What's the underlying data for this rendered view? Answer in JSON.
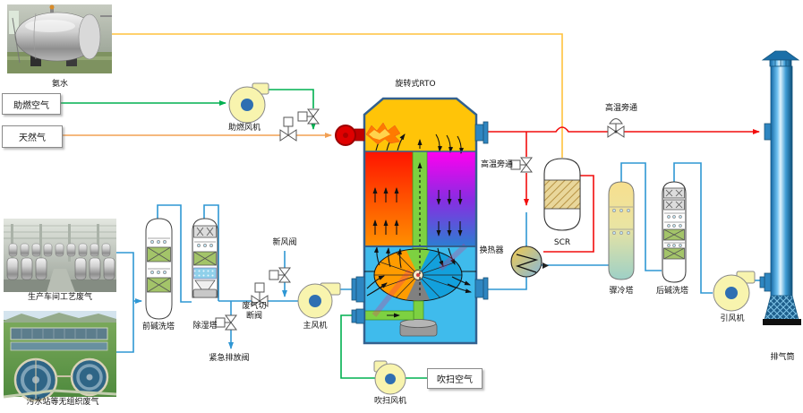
{
  "colors": {
    "pipeBlue": "#2F97D4",
    "pipeRed": "#F20D0D",
    "pipeGreen": "#00B050",
    "pipeOrange": "#F2A054",
    "pipeYellow": "#FFC23D",
    "fanBody": "#F8F4AE",
    "fanHub": "#2F6FB2",
    "rtoOutline": "#33618F",
    "chamberGold": "#FFC408",
    "bedGreen": "#7DD141",
    "bottomBlue": "#3FBBEC",
    "wheelOrange": "#FF9C00",
    "wheelBlue": "#13A0DC",
    "towerGreen": "#A3C469"
  },
  "labels": {
    "ammonia": "氨水",
    "comb_fan": "助燃风机",
    "rto_title": "旋转式RTO",
    "fresh_air_valve": "新风阀",
    "cutoff_valve_line1": "废气切",
    "cutoff_valve_line2": "断阀",
    "emergency_valve": "紧急排放阀",
    "main_fan": "主风机",
    "purge_fan": "吹扫风机",
    "ht_bypass_lower": "高温旁通",
    "ht_bypass_upper": "高温旁通",
    "heat_exchanger": "换热器",
    "scr": "SCR",
    "quench_tower": "骤冷塔",
    "post_scrubber": "后碱洗塔",
    "id_fan": "引风机",
    "stack": "排气筒",
    "pre_scrubber": "前碱洗塔",
    "dehumidifier": "除湿塔",
    "workshop_gas": "生产车间工艺废气",
    "sewage_gas": "污水站等无组织废气"
  },
  "source_boxes": {
    "combustion_air": "助燃空气",
    "natural_gas": "天然气",
    "purge_air": "吹扫空气"
  }
}
